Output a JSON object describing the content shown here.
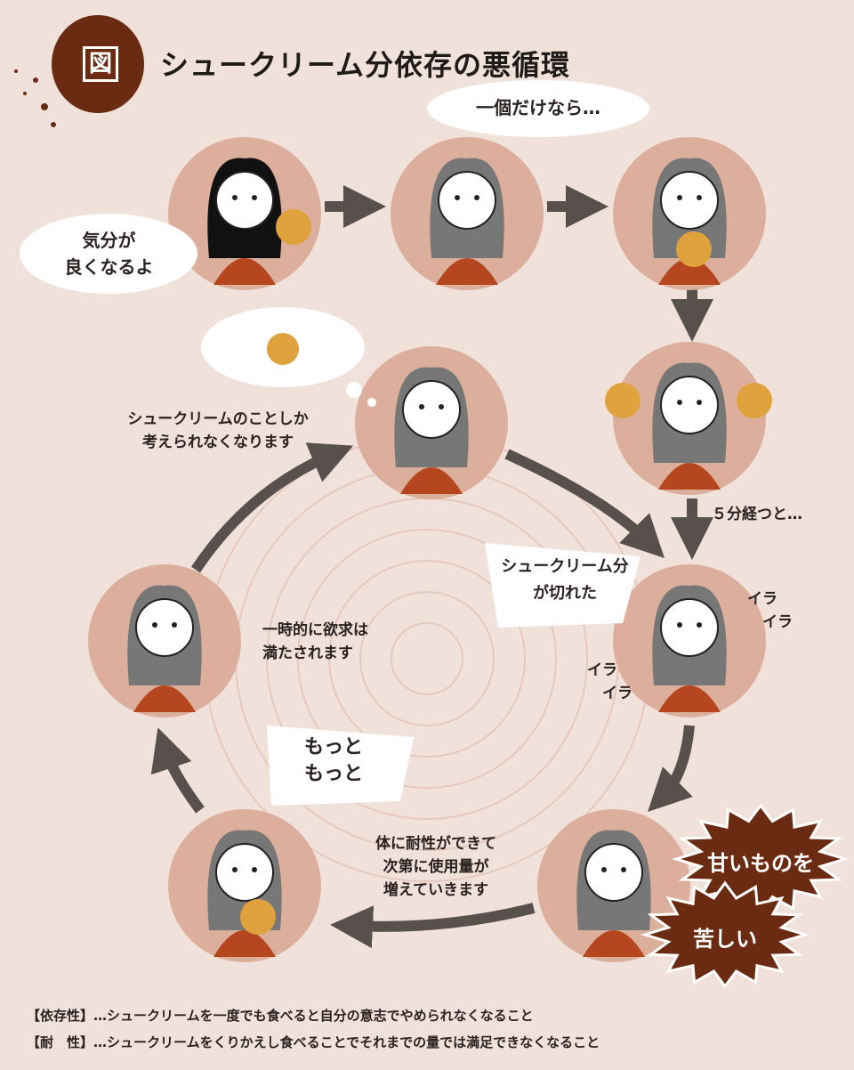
{
  "header": {
    "badge": "図",
    "title": "シュークリーム分依存の悪循環"
  },
  "labels": {
    "feel_good": "気分が\n良くなるよ",
    "just_one": "一個だけなら…",
    "only_think": "シュークリームのことしか\n考えられなくなります",
    "five_min": "５分経つと…",
    "ran_out": "シュークリーム分\nが切れた",
    "irritated_1": "イラ\n　イラ",
    "irritated_2": "イラ\n　イラ",
    "satisfied": "一時的に欲求は\n満たされます",
    "more": "もっと\nもっと",
    "tolerance": "体に耐性ができて\n次第に使用量が\n増えていきます",
    "sweets": "甘いものを",
    "painful": "苦しい"
  },
  "footnotes": [
    {
      "term": "【依存性】",
      "text": "…シュークリームを一度でも食べると自分の意志でやめられなくなること"
    },
    {
      "term": "【耐　性】",
      "text": "…シュークリームをくりかえし食べることでそれまでの量では満足できなくなること"
    }
  ],
  "colors": {
    "background": "#f1e1db",
    "circle": "#dcae9c",
    "arrow": "#57504c",
    "brand": "#6b2a12",
    "shirt": "#b5461e"
  }
}
